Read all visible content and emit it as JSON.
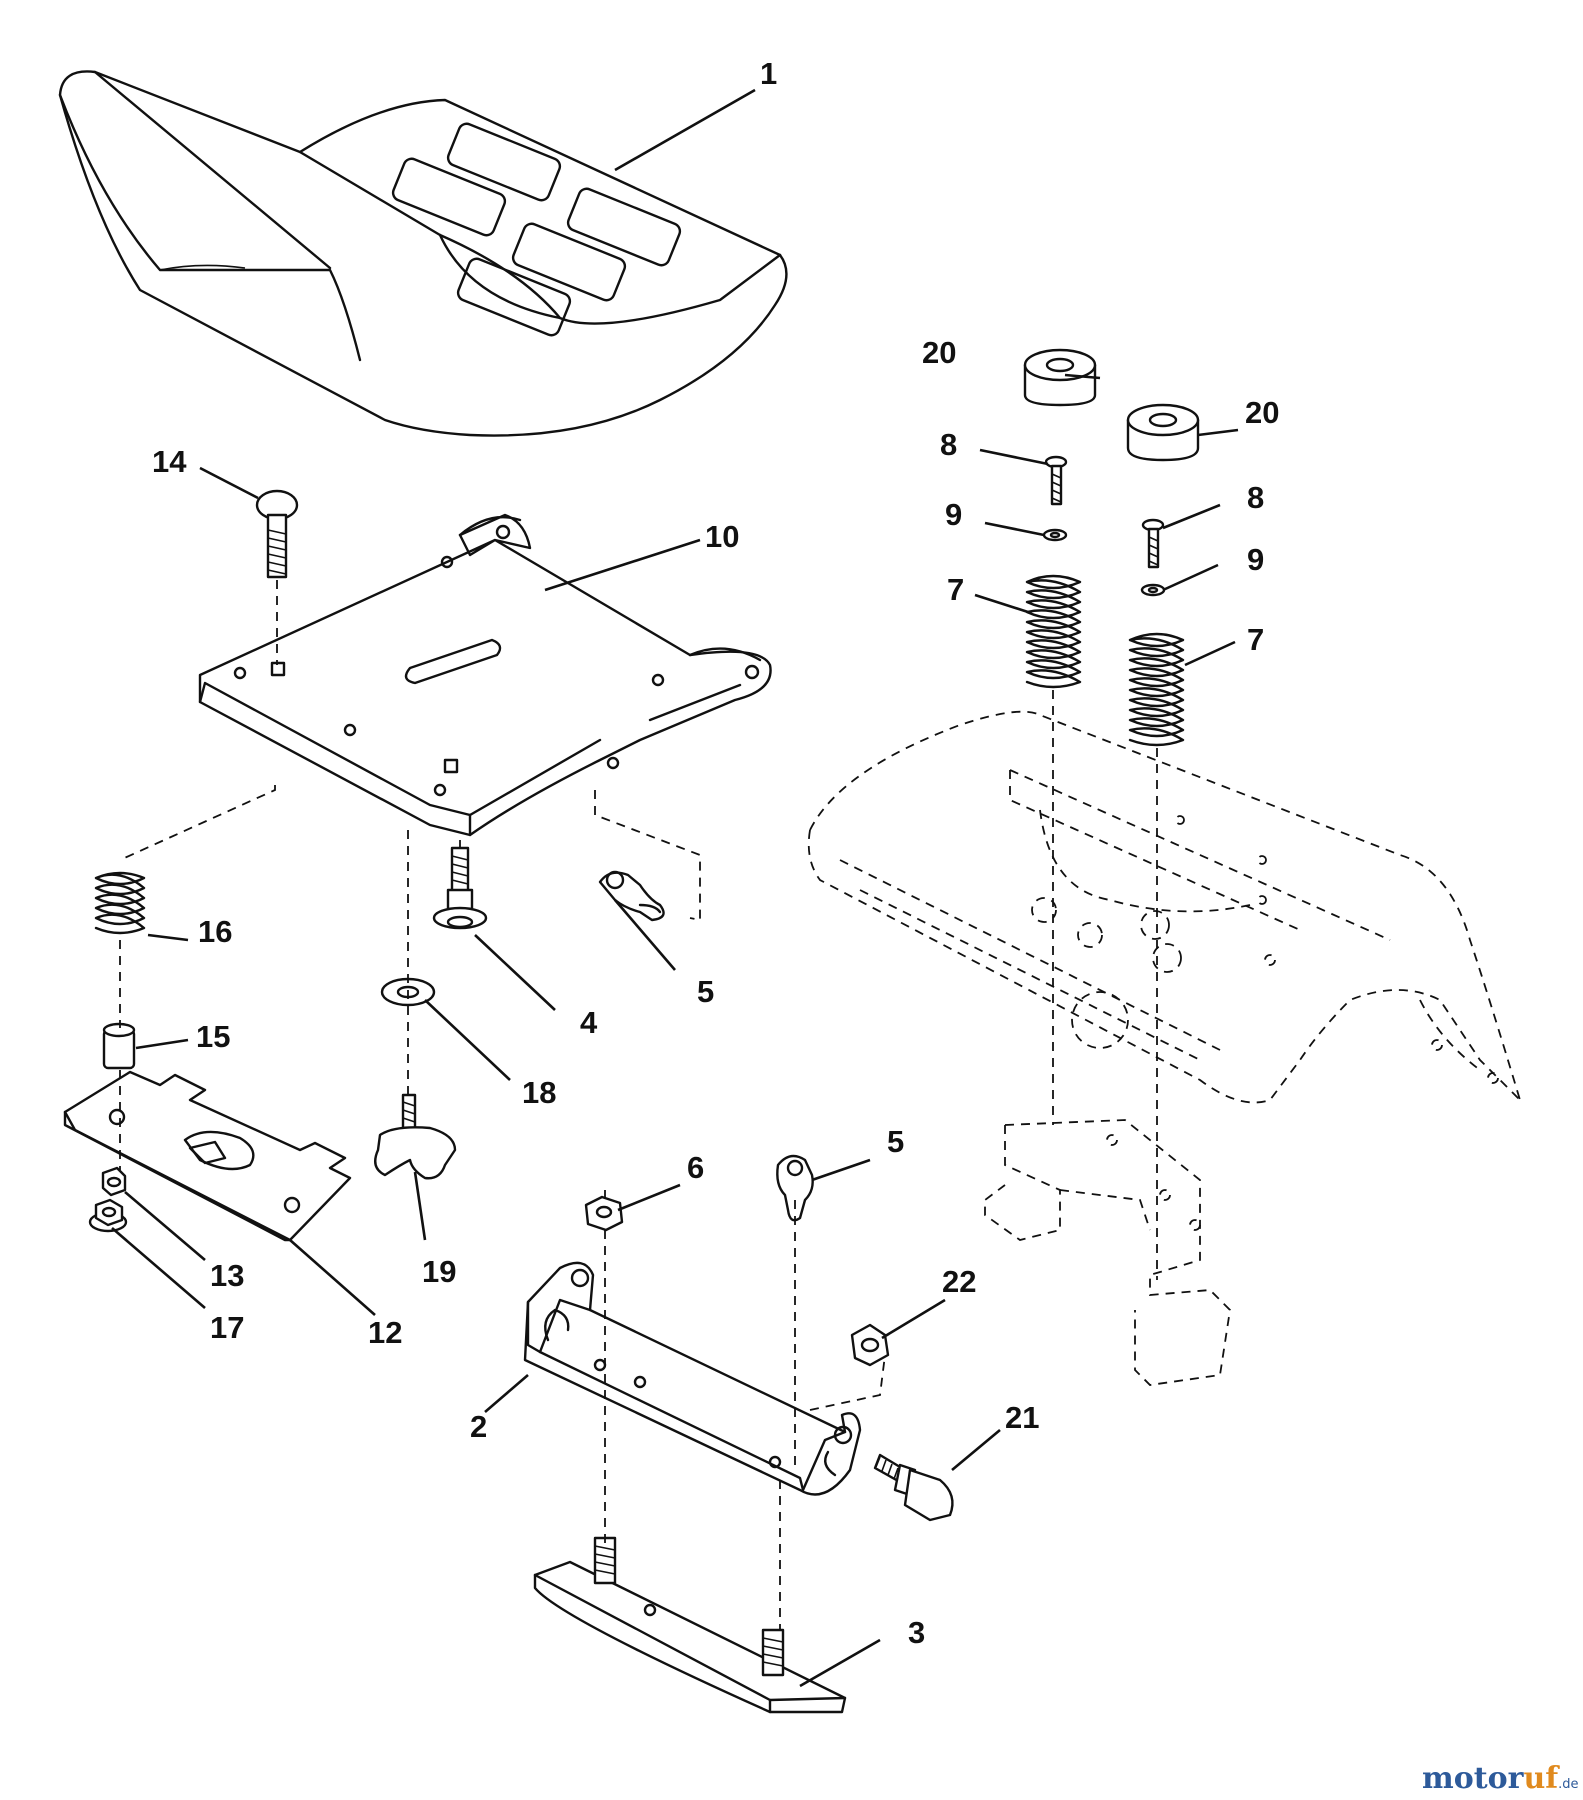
{
  "labels": {
    "p1": "1",
    "p2": "2",
    "p3": "3",
    "p4": "4",
    "p5a": "5",
    "p5b": "5",
    "p6": "6",
    "p7a": "7",
    "p7b": "7",
    "p8a": "8",
    "p8b": "8",
    "p9a": "9",
    "p9b": "9",
    "p10": "10",
    "p12": "12",
    "p13": "13",
    "p14": "14",
    "p15": "15",
    "p16": "16",
    "p17": "17",
    "p18": "18",
    "p19": "19",
    "p20a": "20",
    "p20b": "20",
    "p21": "21",
    "p22": "22"
  },
  "watermark": {
    "blue": "motor",
    "orange": "uf",
    "suffix": ".de"
  },
  "colors": {
    "line": "#111111",
    "watermark_blue": "#2d5a9a",
    "watermark_orange": "#e08a1e"
  }
}
